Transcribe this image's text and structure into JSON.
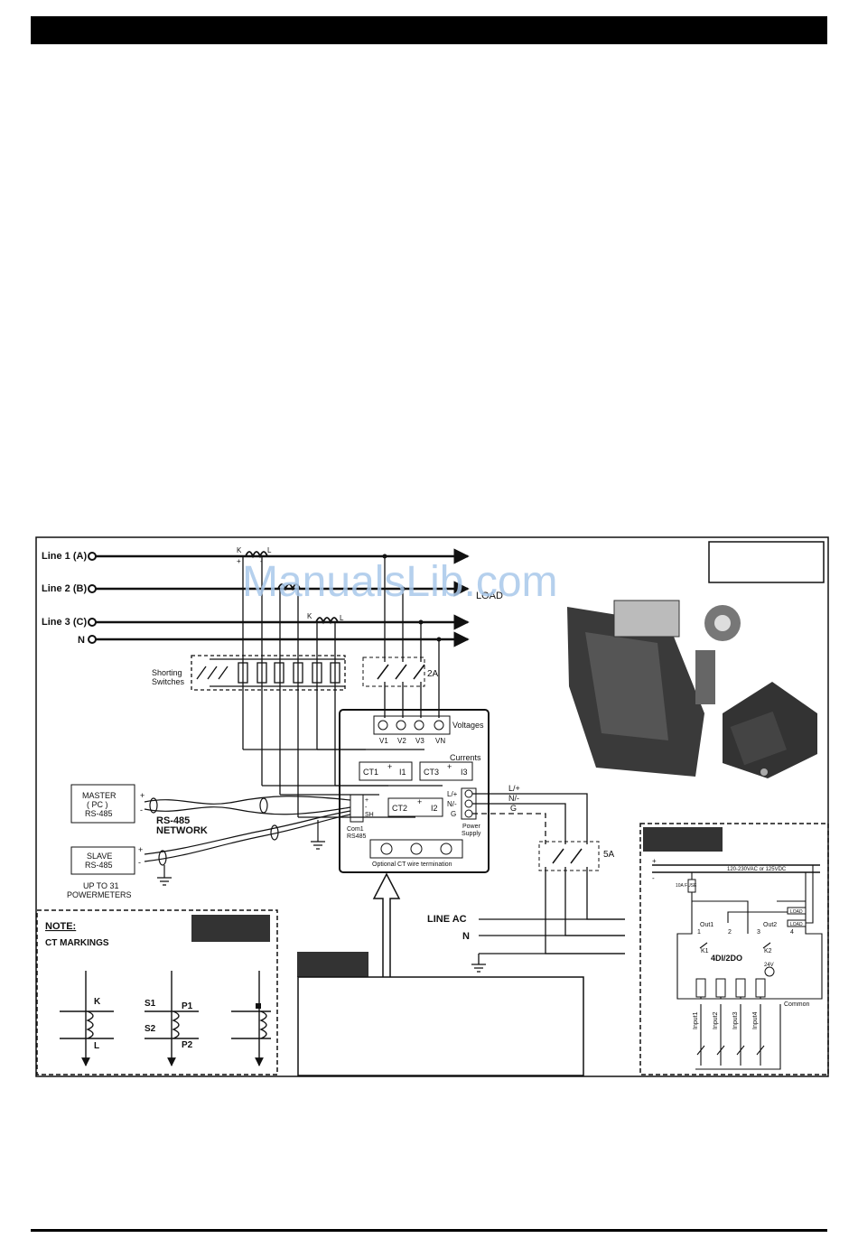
{
  "watermark": "ManualsLib.com",
  "lines": {
    "line1": "Line 1 (A)",
    "line2": "Line 2 (B)",
    "line3": "Line 3 (C)",
    "neutral": "N",
    "load": "LOAD",
    "ct_k": "K",
    "ct_l": "L",
    "ct_plus": "+",
    "ct_minus": "-"
  },
  "shorting": {
    "line1": "Shorting",
    "line2": "Switches"
  },
  "fuses": {
    "volt_fuse": "2A",
    "supply_fuse": "5A"
  },
  "meter": {
    "voltages": "Voltages",
    "v1": "V1",
    "v2": "V2",
    "v3": "V3",
    "vn": "VN",
    "currents": "Currents",
    "ct1": "CT1",
    "i1": "I1",
    "ct3": "CT3",
    "i3": "I3",
    "ct2": "CT2",
    "i2": "I2",
    "plus": "+",
    "com_pins": "+\n-\nSH",
    "com_label1": "Com1",
    "com_label2": "RS485",
    "opt_ct": "Optional CT wire termination",
    "lp": "L/+",
    "nm": "N/-",
    "g": "G",
    "ps1": "Power",
    "ps2": "Supply"
  },
  "supply_labels": {
    "lp": "L/+",
    "nm": "N/-",
    "g": "G"
  },
  "rs485": {
    "master1": "MASTER",
    "master2": "( PC )",
    "master3": "RS-485",
    "slave1": "SLAVE",
    "slave2": "RS-485",
    "plus": "+",
    "minus": "-",
    "net1": "RS-485",
    "net2": "NETWORK",
    "upto1": "UP TO 31",
    "upto2": "POWERMETERS"
  },
  "line_ac": {
    "lineac": "LINE AC",
    "n": "N"
  },
  "note": {
    "title": "NOTE:",
    "subtitle": "CT MARKINGS",
    "k": "K",
    "l": "L",
    "s1": "S1",
    "s2": "S2",
    "p1": "P1",
    "p2": "P2"
  },
  "io_module": {
    "supply": "120-230VAC or 125VDC",
    "plus": "+",
    "minus": "-",
    "fuse": "10A FUSE",
    "load": "LOAD",
    "out1": "Out1",
    "out2": "Out2",
    "k1": "K1",
    "k2": "K2",
    "model": "4DI/2DO",
    "v24": "24V",
    "t1": "1",
    "t2": "2",
    "t3": "3",
    "t4": "4",
    "inputs": [
      "Input1",
      "Input2",
      "Input3",
      "Input4"
    ],
    "common": "Common"
  },
  "colors": {
    "ink": "#111111",
    "watermark": "#a9c8ea",
    "dark_tab": "#333333"
  }
}
